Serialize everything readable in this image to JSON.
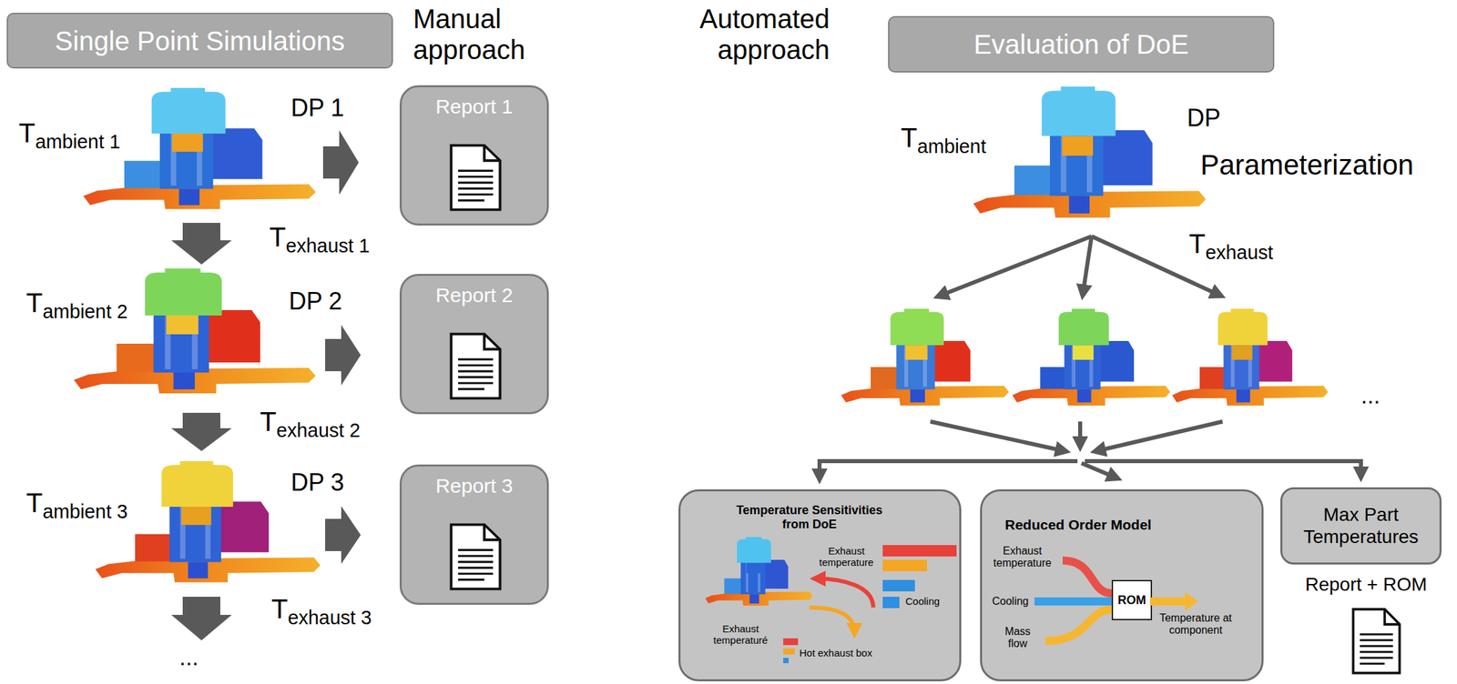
{
  "diagram": {
    "nodes": [
      {
        "text": [
          "Single Point Simulations"
        ]
      },
      {
        "text": [
          "Report 1"
        ]
      },
      {
        "text": [
          "Report 2"
        ]
      },
      {
        "text": [
          "Report 3"
        ]
      },
      {
        "text": [
          "Evaluation of DoE"
        ]
      },
      {
        "text": [
          "Temperature Sensitivities from DoE"
        ]
      },
      {
        "text": [
          "Reduced Order Model"
        ]
      },
      {
        "text": [
          "ROM"
        ],
        "in": 6
      },
      {
        "text": [
          "Max Part Temperatures"
        ]
      }
    ],
    "labels": [
      "Manual approach",
      "Tambient 1",
      "DP 1",
      "Texhaust 1",
      "Tambient 2",
      "DP 2",
      "Texhaust 2",
      "Tambient 3",
      "DP 3",
      "Texhaust 3",
      "...",
      "Automated approach",
      "Tambient",
      "DP",
      "Parameterization",
      "Texhaust",
      "...",
      "Exhaust temperature",
      "Cooling",
      "Exhaust temperaturé",
      "Hot exhaust box",
      "Exhaust temperature",
      "Cooling",
      "Mass flow",
      "Temperature at component",
      "Report + ROM"
    ]
  }
}
